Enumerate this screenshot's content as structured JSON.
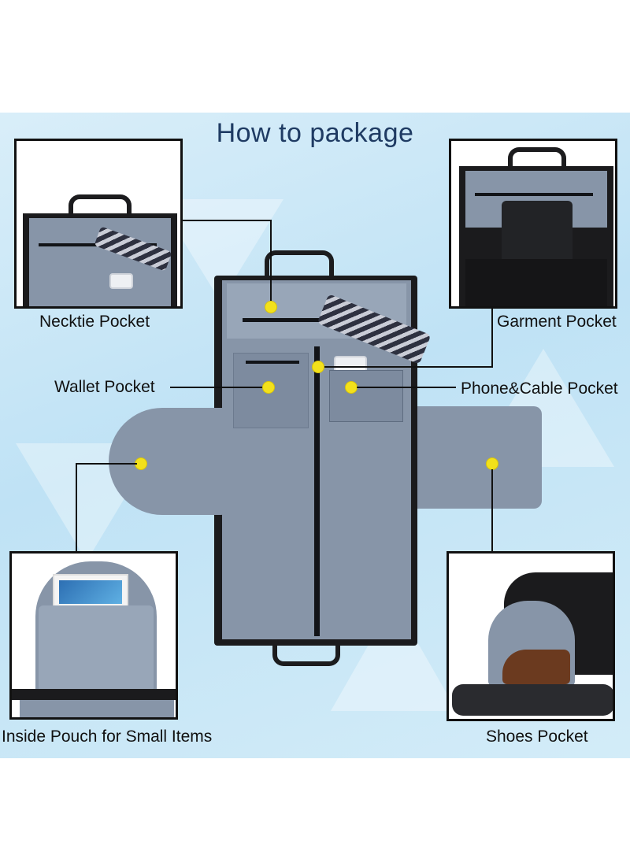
{
  "title": "How to package",
  "labels": {
    "necktie": "Necktie Pocket",
    "garment": "Garment Pocket",
    "wallet": "Wallet Pocket",
    "phone_cable": "Phone&Cable Pocket",
    "inside_pouch": "Inside Pouch for Small Items",
    "shoes": "Shoes Pocket"
  },
  "colors": {
    "title": "#1f3b63",
    "background": "#cfe9f7",
    "marker": "#f3e11b",
    "lining": "#8795a8",
    "bag_body": "#1b1b1d"
  }
}
